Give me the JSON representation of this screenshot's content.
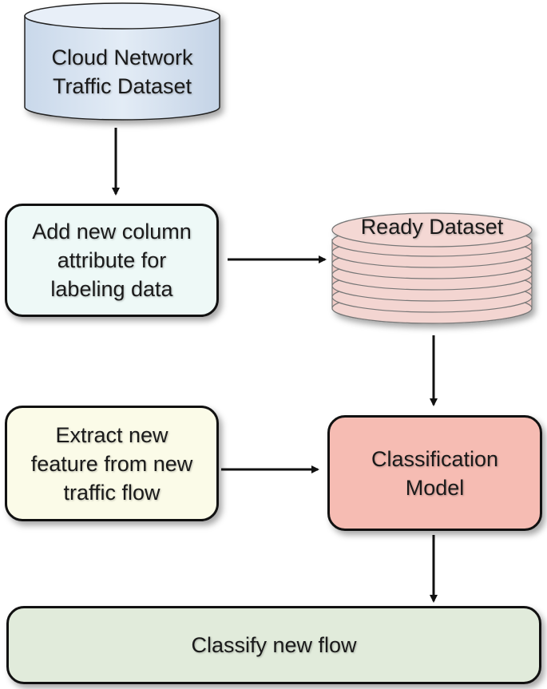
{
  "nodes": {
    "cloud_dataset": {
      "label_line1": "Cloud Network",
      "label_line2": "Traffic Dataset",
      "fill": "#dce6f2"
    },
    "add_column": {
      "line1": "Add new column",
      "line2": "attribute for",
      "line3": "labeling data",
      "fill": "#eef9f7"
    },
    "ready_dataset": {
      "label": "Ready Dataset",
      "fill": "#f2d4d0"
    },
    "extract_feature": {
      "line1": "Extract new",
      "line2": "feature from new",
      "line3": "traffic flow",
      "fill": "#fbfbe8"
    },
    "classification_model": {
      "line1": "Classification",
      "line2": "Model",
      "fill": "#f6bcb3"
    },
    "classify_flow": {
      "label": "Classify new flow",
      "fill": "#e1ebdb"
    }
  }
}
